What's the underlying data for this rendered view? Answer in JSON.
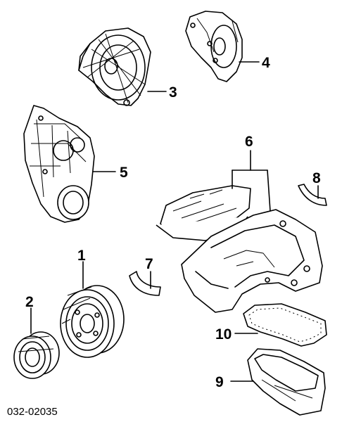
{
  "figure_code": "032-02035",
  "callouts": {
    "c1": "1",
    "c2": "2",
    "c3": "3",
    "c4": "4",
    "c5": "5",
    "c6": "6",
    "c7": "7",
    "c8": "8",
    "c9": "9",
    "c10": "10"
  }
}
